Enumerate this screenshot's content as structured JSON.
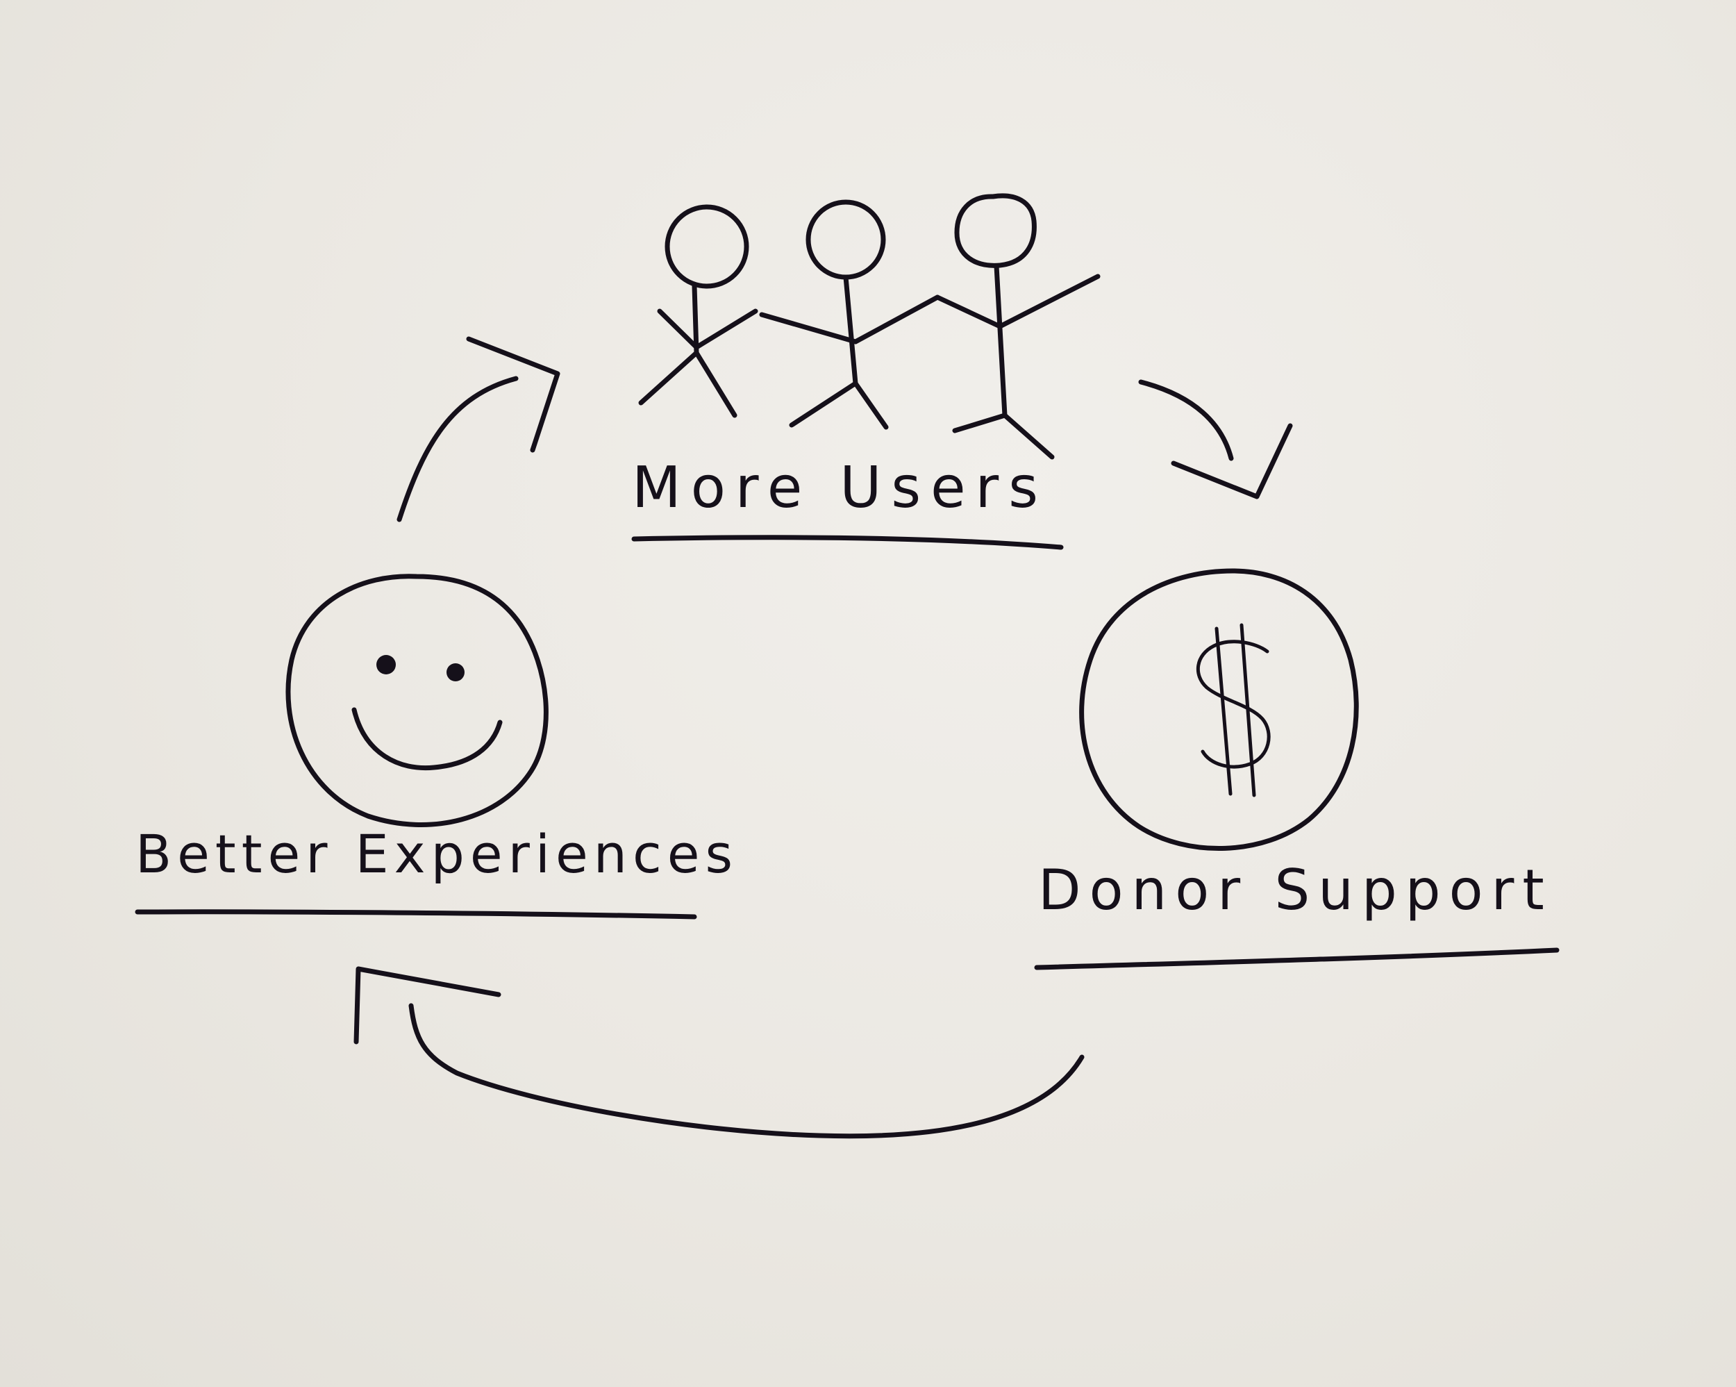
{
  "nodes": {
    "more_users": {
      "label": "More Users",
      "icon": "stick-figures-icon"
    },
    "donor_support": {
      "label": "Donor Support",
      "icon": "dollar-coin-icon"
    },
    "better_experiences": {
      "label": "Better Experiences",
      "icon": "smiley-face-icon"
    }
  },
  "edges": [
    {
      "from": "More Users",
      "to": "Donor Support"
    },
    {
      "from": "Donor Support",
      "to": "Better Experiences"
    },
    {
      "from": "Better Experiences",
      "to": "More Users"
    }
  ],
  "colors": {
    "ink": "#15101a",
    "paper": "#ece9e3"
  }
}
